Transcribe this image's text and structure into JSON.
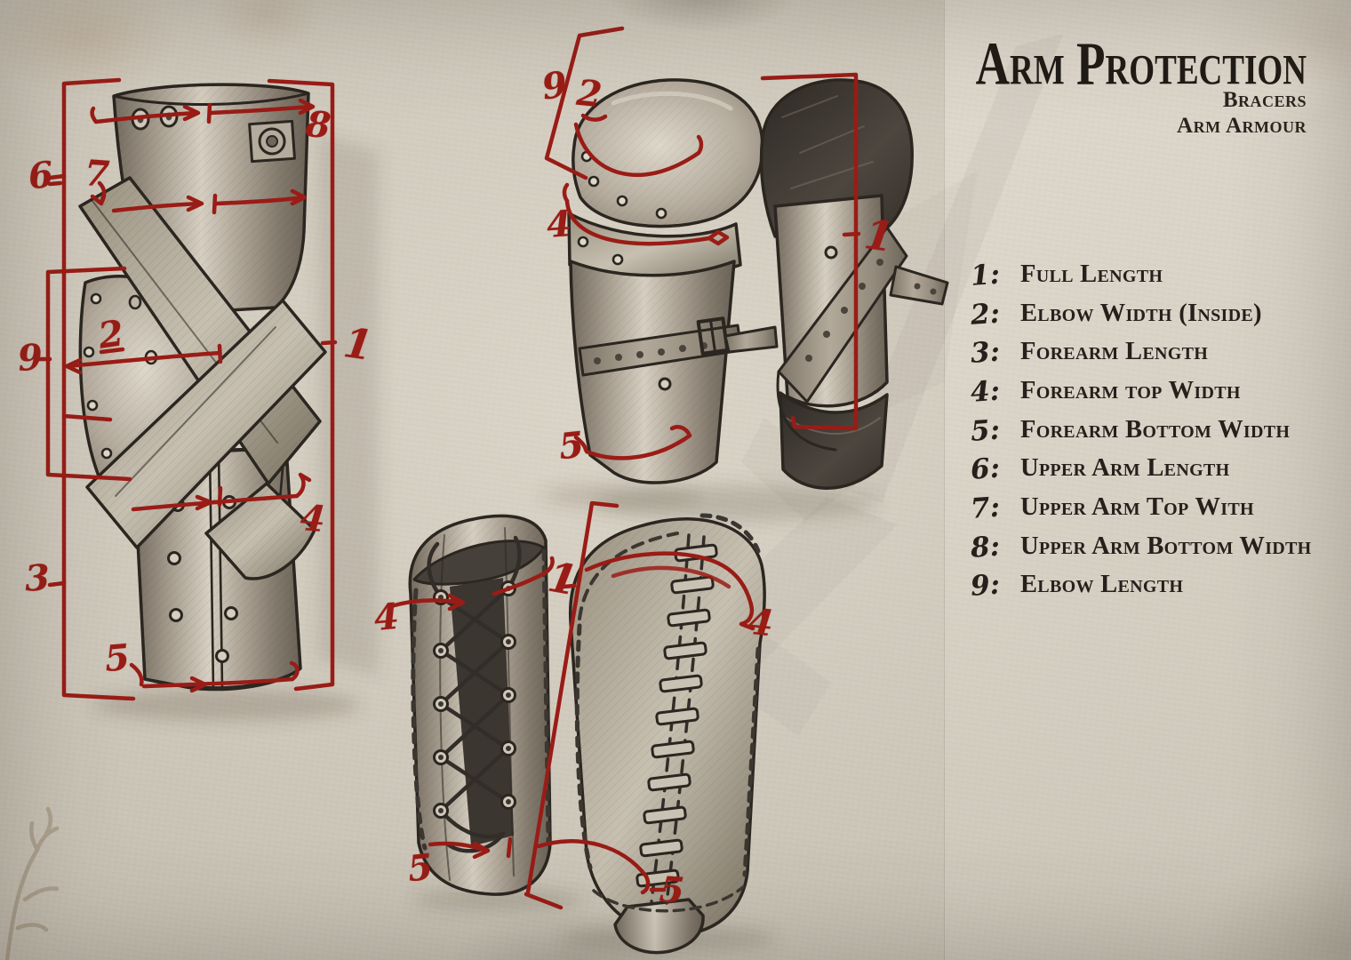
{
  "title": "Arm Protection",
  "subtitles": [
    "Bracers",
    "Arm Armour"
  ],
  "legend": {
    "items": [
      {
        "num": "1:",
        "label": "Full Length"
      },
      {
        "num": "2:",
        "label": "Elbow Width (Inside)"
      },
      {
        "num": "3:",
        "label": "Forearm Length"
      },
      {
        "num": "4:",
        "label": "Forearm top Width"
      },
      {
        "num": "5:",
        "label": "Forearm Bottom Width"
      },
      {
        "num": "6:",
        "label": "Upper Arm Length"
      },
      {
        "num": "7:",
        "label": "Upper Arm Top With"
      },
      {
        "num": "8:",
        "label": "Upper Arm Bottom Width"
      },
      {
        "num": "9:",
        "label": "Elbow Length"
      }
    ]
  },
  "figures": {
    "full_arm": {
      "callouts": {
        "c6": "6",
        "c7": "7",
        "c8": "8",
        "c9": "9",
        "c2": "2",
        "c1": "1",
        "c4": "4",
        "c3": "3",
        "c5": "5"
      }
    },
    "bracer_pair": {
      "callouts": {
        "c9": "9",
        "c2": "2",
        "c4": "4",
        "c1": "1",
        "c5": "5"
      }
    },
    "laced_bracers": {
      "callouts": {
        "c4_left": "4",
        "c1": "1",
        "c4_right": "4",
        "c5_left": "5",
        "c5_right": "5"
      }
    }
  },
  "colors": {
    "annotation_red": "#9a1c16",
    "ink": "#2b2620",
    "paper": "#c9c2b5"
  }
}
